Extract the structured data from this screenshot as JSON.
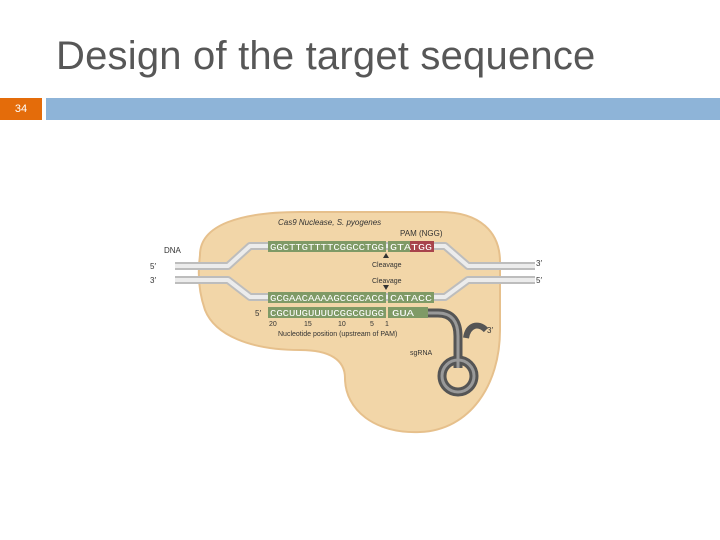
{
  "slide": {
    "title": "Design of the target sequence",
    "number": "34"
  },
  "diagram": {
    "nuclease_label": "Cas9 Nuclease, S. pyogenes",
    "pam_label": "PAM (NGG)",
    "dna_label": "DNA",
    "top_strand_5prime": "5′",
    "top_strand_3prime": "3′",
    "bottom_strand_3prime": "3′",
    "bottom_strand_5prime": "5′",
    "top_target_seq": "GGCTTGTTTTCGGCCTGG",
    "top_pam_seq": "GTATGG",
    "bottom_target_seq": "GCGAACAAAAGCCGCACC",
    "bottom_pam_seq": "CATACC",
    "cleavage_top": "Cleavage",
    "cleavage_bottom": "Cleavage",
    "sgrna_5prime": "5′",
    "sgrna_seq": "CGCUUGUUUUCGGCGUGG",
    "sgrna_tail": "GUA",
    "sgrna_3prime": "3′",
    "position_20": "20",
    "position_15": "15",
    "position_10": "10",
    "position_5": "5",
    "position_1": "1",
    "nucleotide_position_label": "Nucleotide position (upstream of PAM)",
    "sgrna_label": "sgRNA",
    "colors": {
      "protein": "#f2d6a8",
      "seq_box": "#7f9a66",
      "pam_box": "#a8434c",
      "strand": "#cfcfcf",
      "sgrna": "#555555"
    }
  }
}
